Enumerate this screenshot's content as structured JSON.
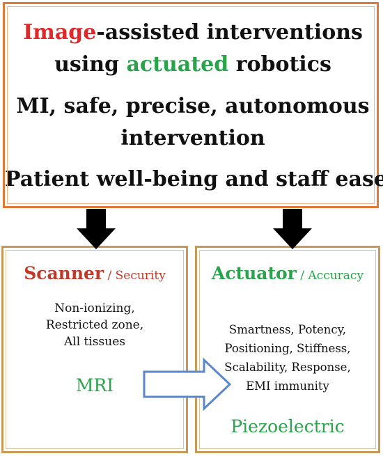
{
  "top": {
    "line1": {
      "part_red": "Image",
      "part_rest": "-assisted interventions"
    },
    "line2": {
      "part_before": "using ",
      "part_green": "actuated",
      "part_after": " robotics"
    },
    "line3": "MI, safe, precise, autonomous",
    "line4": "intervention",
    "line5": "Patient well-being and staff ease"
  },
  "left": {
    "title_main": "Scanner",
    "title_sub": " / Security",
    "items": [
      "Non-ionizing,",
      "Restricted zone,",
      "All tissues"
    ],
    "label": "MRI"
  },
  "right": {
    "title_main": "Actuator",
    "title_sub": " / Accuracy",
    "items": [
      "Smartness, Potency,",
      "Positioning,  Stiffness,",
      "Scalability, Response,",
      "EMI immunity"
    ],
    "label": "Piezoelectric"
  },
  "colors": {
    "box_border": "#e07a3a",
    "scanner_red": "#c0392b",
    "actuator_green": "#2ba24c",
    "image_red": "#e0282a",
    "arrow_blue": "#5b86c7"
  }
}
